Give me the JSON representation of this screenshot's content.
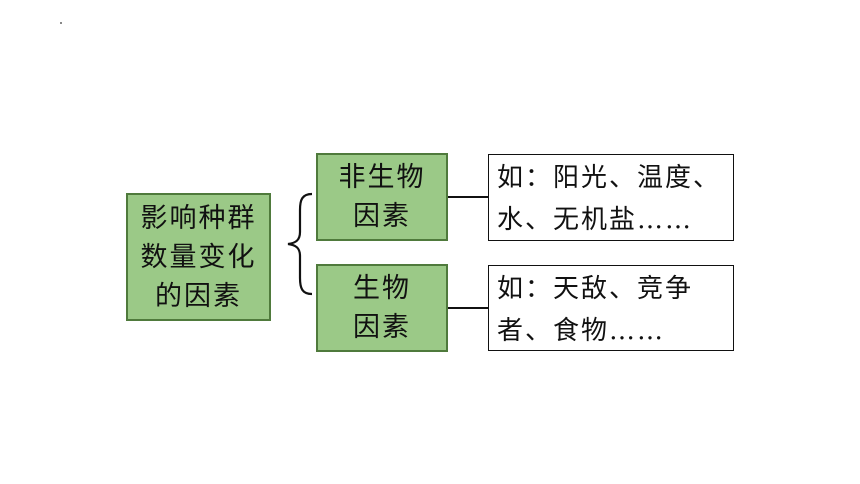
{
  "root": {
    "line1": "影响种群",
    "line2": "数量变化",
    "line3": "的因素"
  },
  "branches": [
    {
      "label": {
        "line1": "非生物",
        "line2": "因素"
      },
      "example": {
        "line1": "如：阳光、温度、",
        "line2": "水、无机盐……"
      }
    },
    {
      "label": {
        "line1": "生物",
        "line2": "因素"
      },
      "example": {
        "line1": "如：天敌、竞争",
        "line2": "者、食物……"
      }
    }
  ],
  "colors": {
    "box_fill": "#9bc987",
    "box_border": "#4f7a3c",
    "line": "#111111"
  }
}
